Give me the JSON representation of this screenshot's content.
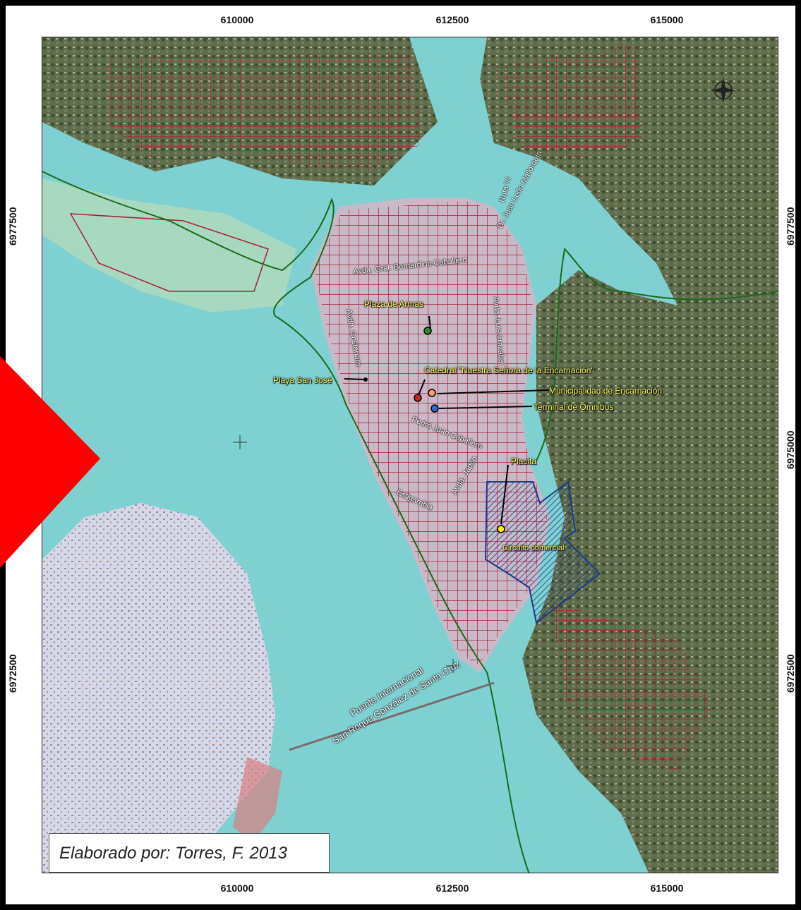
{
  "map": {
    "x_ticks": [
      "610000",
      "612500",
      "615000"
    ],
    "y_ticks": [
      "6977500",
      "6975000",
      "6972500"
    ],
    "places": {
      "plaza_de_armas": "Plaza de Armas",
      "catedral": "Catedral \"Nuestra Señora de la Encarnación\"",
      "municipalidad": "Municipalidad de Encarnación",
      "terminal": "Terminal de Ómnibus",
      "playa": "Playa San José",
      "placita": "Placita",
      "circuito": "Circuito comercial"
    },
    "streets": {
      "caballero": "Avda. Gral. Bernardino Caballero",
      "costanera": "Avda. Costanera",
      "irrazabal": "Avda. Luis Irrazabal",
      "ruta": "Ruta VI",
      "mallorquin": "Dr. Juan León Mallorquín",
      "juan_caballero": "Pedro Juan Caballero",
      "japon": "Avda. Japón",
      "estigarribia": "Estigarribia",
      "puente_1": "Puente Internacional",
      "puente_2": "San Roque González de Santa Cruz"
    },
    "point_colors": {
      "plaza": "#2e8b2e",
      "catedral": "#d42020",
      "municipalidad": "#f0a070",
      "terminal": "#2a6fd0",
      "placita": "#ffee00"
    }
  },
  "credit": "Elaborado por: Torres, F. 2013",
  "compass_icon": "north-arrow-icon"
}
